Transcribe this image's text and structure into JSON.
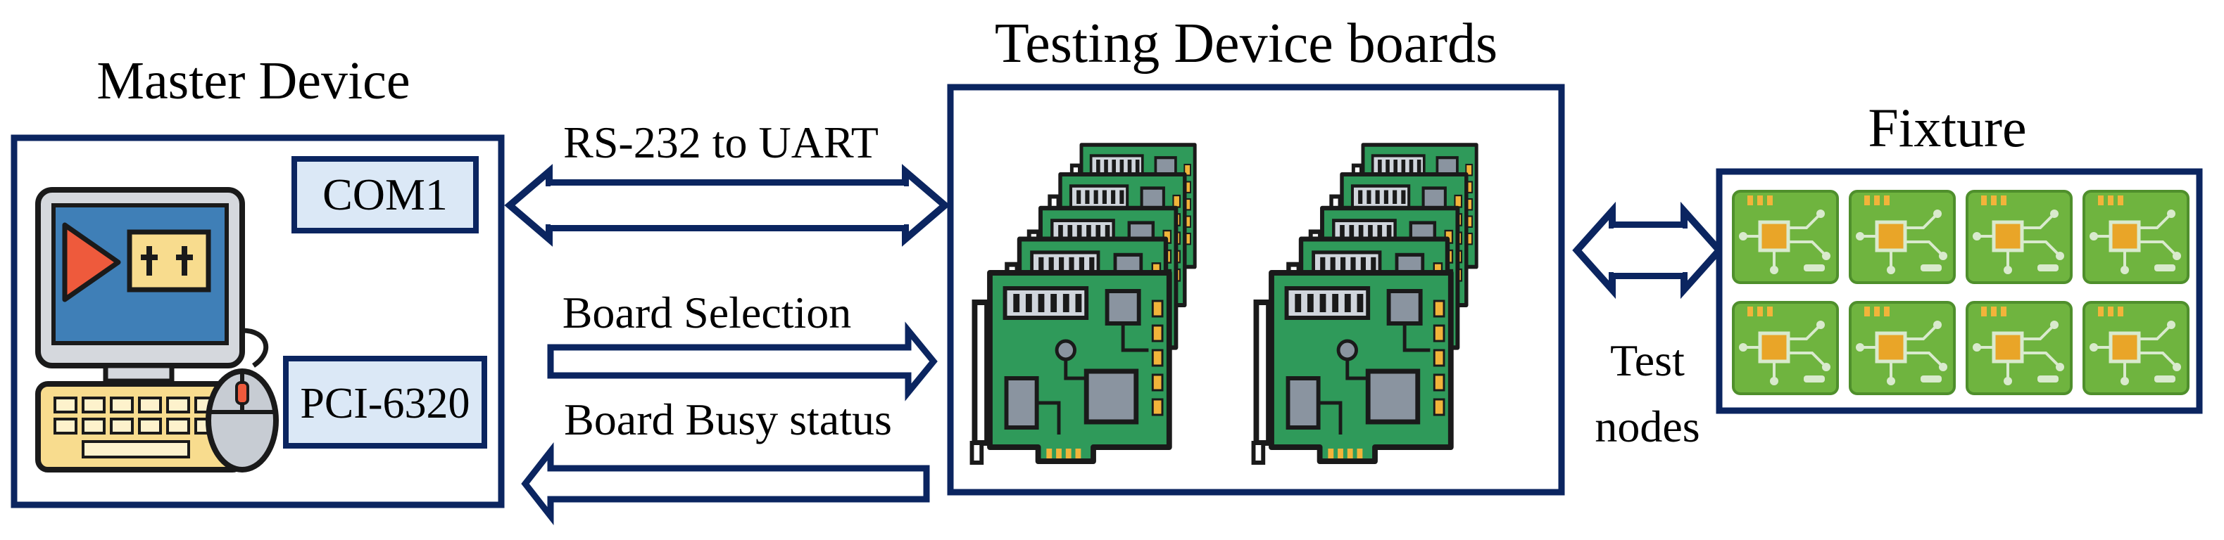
{
  "master": {
    "title": "Master Device",
    "com_label": "COM1",
    "pci_label": "PCI-6320"
  },
  "testing": {
    "title": "Testing Device boards"
  },
  "fixture": {
    "title": "Fixture"
  },
  "links": {
    "uart": "RS-232 to UART",
    "board_selection": "Board Selection",
    "board_busy": "Board Busy status",
    "test_nodes_line1": "Test",
    "test_nodes_line2": "nodes"
  },
  "colors": {
    "frame": "#0b2560",
    "label_box_fill": "#dbe8f6",
    "pcb_green": "#2f9a5a",
    "pcb_edge": "#1a1a1a",
    "chip_gray": "#8a94a0",
    "gold": "#f2b43a",
    "fixture_green": "#6fb43f",
    "monitor_blue": "#3f7fb7",
    "play_red": "#ee5a3c",
    "keyboard_yellow": "#f8dc8e"
  }
}
